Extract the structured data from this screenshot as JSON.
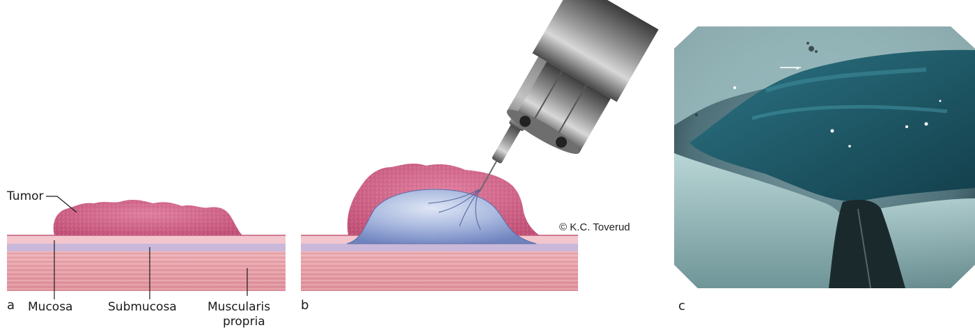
{
  "panels": {
    "a": {
      "letter": "a",
      "labels": {
        "tumor": "Tumor",
        "mucosa": "Mucosa",
        "submucosa": "Submucosa",
        "muscularis_line1": "Muscularis",
        "muscularis_line2": "propria"
      }
    },
    "b": {
      "letter": "b",
      "copyright": "© K.C. Toverud"
    },
    "c": {
      "letter": "c"
    }
  },
  "colors": {
    "tumor": "#c9587e",
    "mucosa": "#f2c4cc",
    "submucosa": "#c7b6d8",
    "muscularis": "#e8a4ac",
    "lift": "#9fb0d8",
    "endoscope": "#8a8a8a",
    "stain": "#1e5a6a"
  }
}
